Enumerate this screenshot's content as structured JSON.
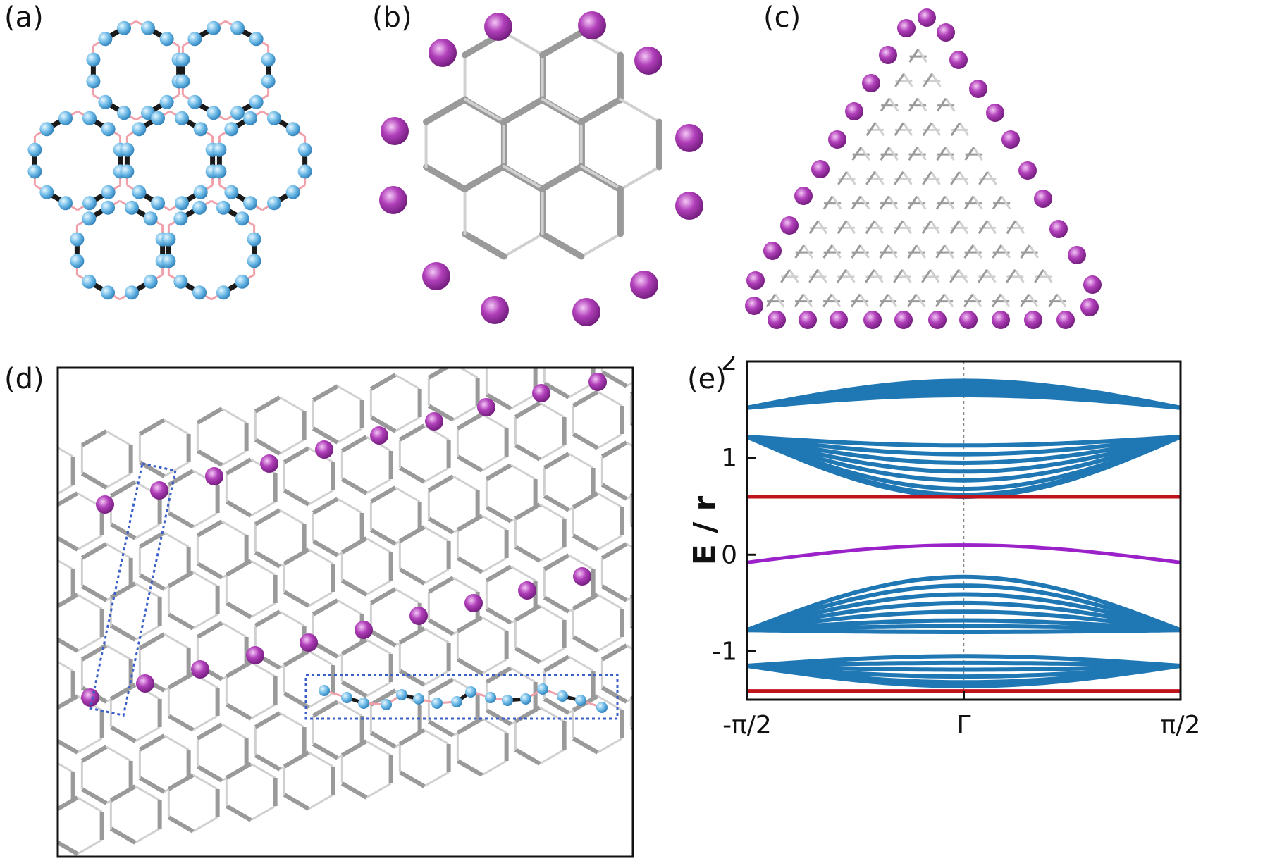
{
  "figure": {
    "panel_labels": [
      "(a)",
      "(b)",
      "(c)",
      "(d)",
      "(e)"
    ]
  },
  "colors": {
    "blue_atom": "#5aa9dc",
    "blue_atom_light": "#d6f1ff",
    "purple_atom": "#9a2fa0",
    "purple_atom_light": "#e7a9ea",
    "strong_bond_a": "#1a1a1a",
    "weak_bond_a": "#f0a0aa",
    "strong_bond_gray": "#9a9a9a",
    "weak_bond_gray": "#d0d0d0",
    "box_dotted": "#3a5fc8",
    "bulk_band": "#1f77b4",
    "flat_band": "#c0121b",
    "edge_band": "#9b22c9"
  },
  "chart_data": {
    "type": "line",
    "title": "",
    "xlabel": "",
    "ylabel": "E / r",
    "x_tick_labels": [
      "-π/2",
      "Γ",
      "π/2"
    ],
    "y_ticks": [
      -1,
      0,
      1,
      2
    ],
    "y_tick_labels": [
      "-1",
      "0",
      "1",
      "2"
    ],
    "xlim": [
      -1.5708,
      1.5708
    ],
    "ylim": [
      -1.5,
      2.0
    ],
    "grid": "vertical dotted lines at -π/2, Γ, π/2",
    "series": [
      {
        "group": "upper_bulk_top",
        "color": "blue",
        "endpoints": 1.52,
        "center_values": [
          1.8,
          1.77,
          1.74,
          1.71,
          1.68,
          1.65
        ]
      },
      {
        "group": "upper_bulk_low",
        "color": "blue",
        "endpoints": 1.22,
        "center_values": [
          1.13,
          1.04,
          0.95,
          0.86,
          0.77,
          0.68,
          0.62,
          0.6
        ]
      },
      {
        "group": "upper_flat",
        "color": "red",
        "constant": 0.6
      },
      {
        "group": "edge_state",
        "color": "purple",
        "endpoints": -0.08,
        "center_value": 0.1
      },
      {
        "group": "lower_bulk_top",
        "color": "blue",
        "endpoints": -0.78,
        "center_values": [
          -0.23,
          -0.32,
          -0.41,
          -0.5,
          -0.59,
          -0.68,
          -0.74,
          -0.8
        ]
      },
      {
        "group": "lower_bulk_bottom",
        "color": "blue",
        "endpoints": -1.15,
        "center_values": [
          -1.05,
          -1.12,
          -1.19,
          -1.26,
          -1.32,
          -1.36
        ]
      },
      {
        "group": "lower_flat",
        "color": "red",
        "constant": -1.41
      }
    ]
  }
}
